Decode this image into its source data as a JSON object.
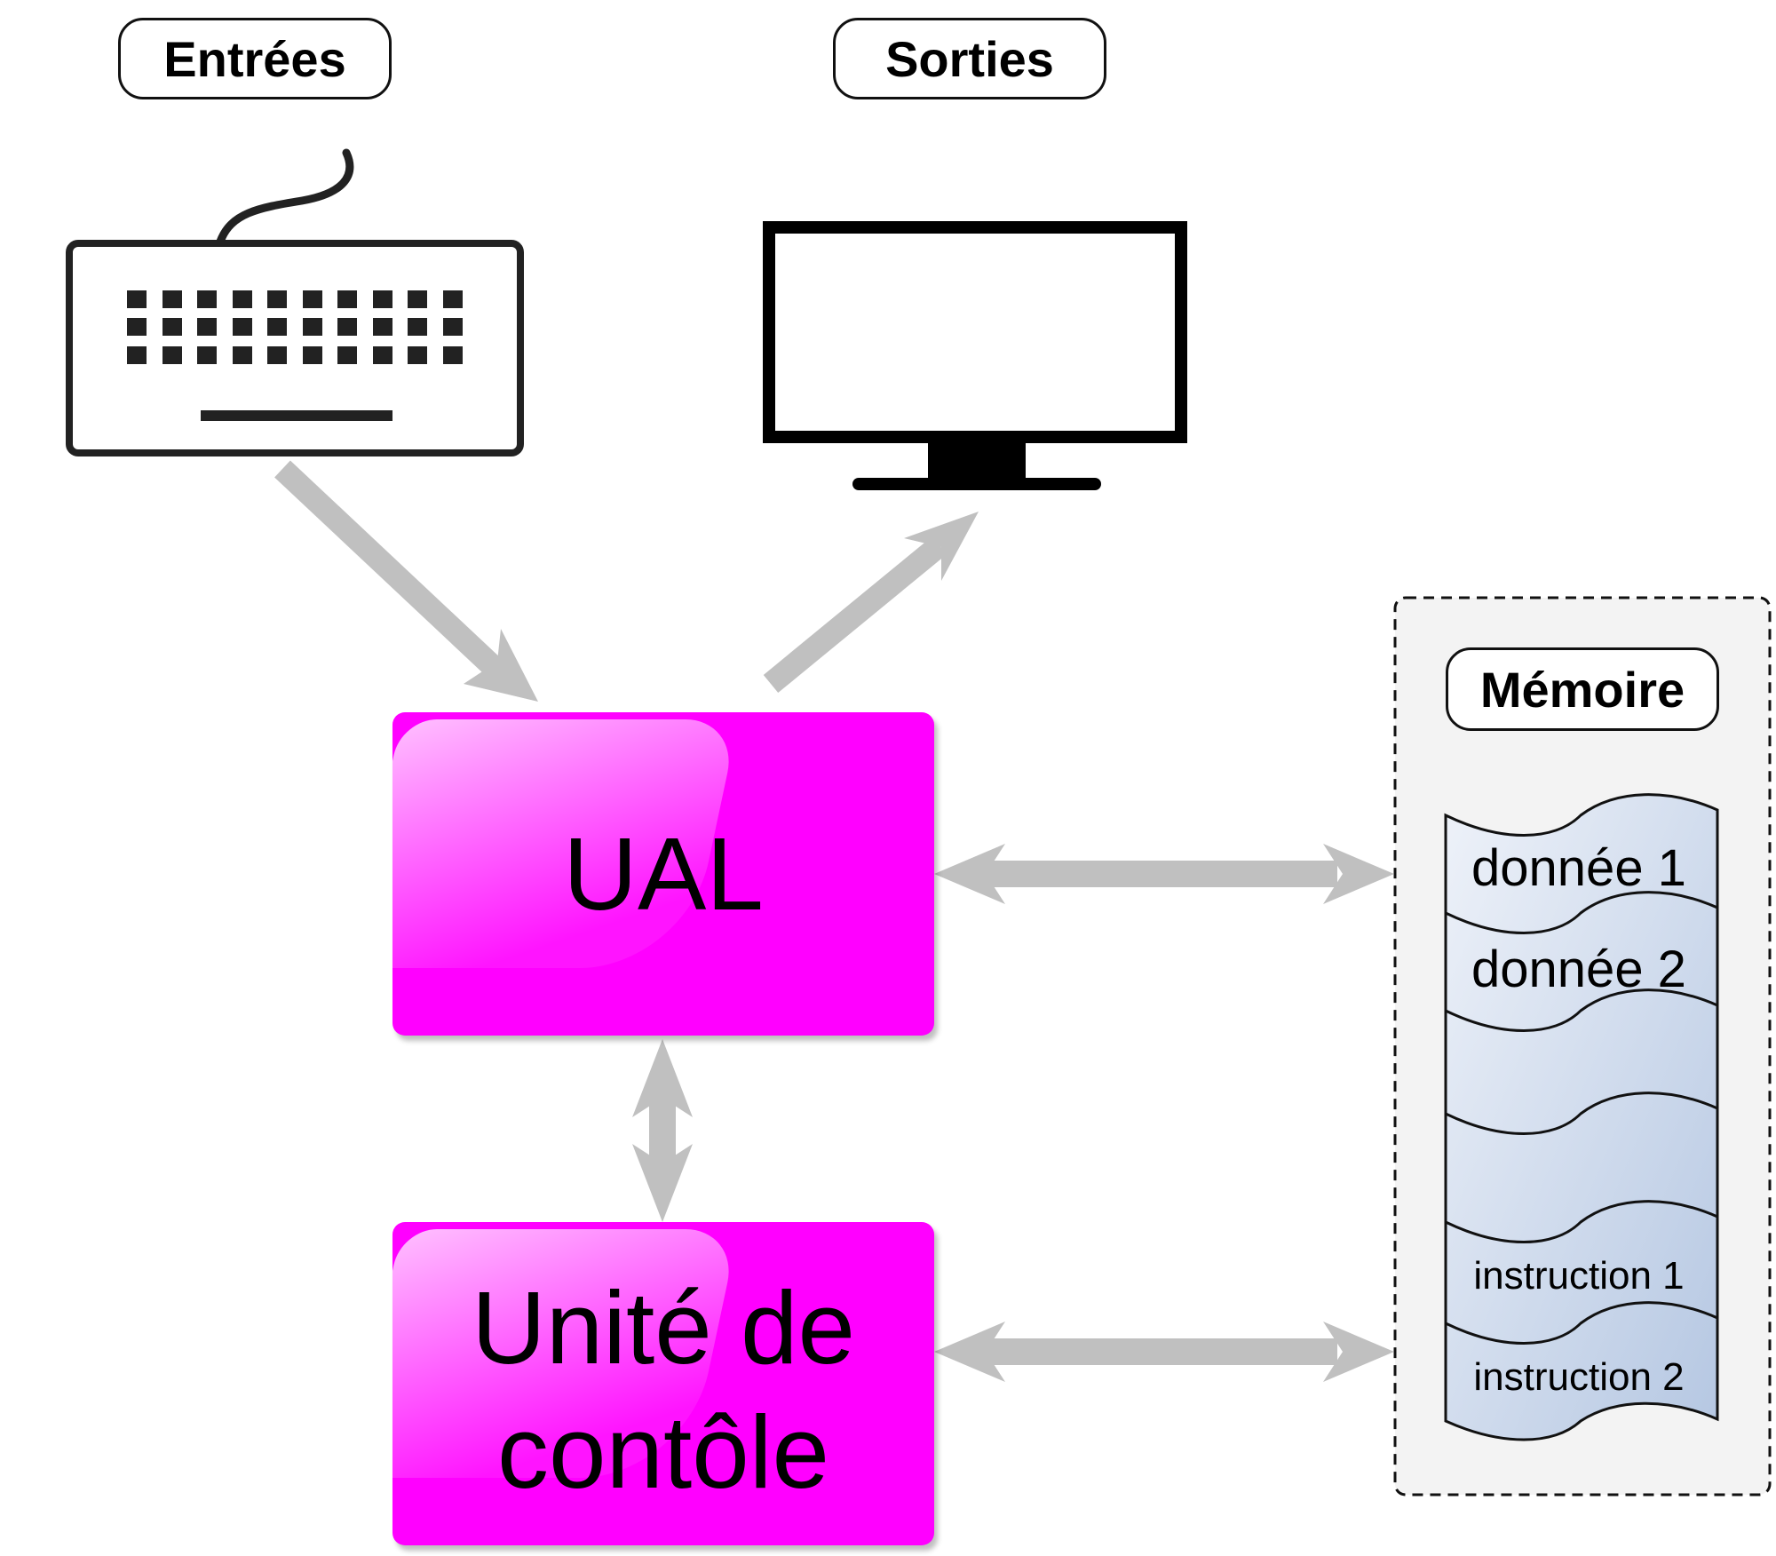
{
  "inputs": {
    "label": "Entrées"
  },
  "outputs": {
    "label": "Sorties"
  },
  "cpu": {
    "alu_label": "UAL",
    "control_unit_label_line1": "Unité de",
    "control_unit_label_line2": "contôle",
    "box_color": "#ff00ff"
  },
  "memory": {
    "label": "Mémoire",
    "cells": [
      "donnée 1",
      "donnée 2",
      "",
      "",
      "instruction 1",
      "instruction 2"
    ]
  },
  "icons": [
    "keyboard-icon",
    "monitor-icon"
  ],
  "colors": {
    "arrow": "#c0c0c0",
    "memory_panel_bg": "#f3f3f3",
    "memory_cell_fill": "#c9d6ea"
  }
}
